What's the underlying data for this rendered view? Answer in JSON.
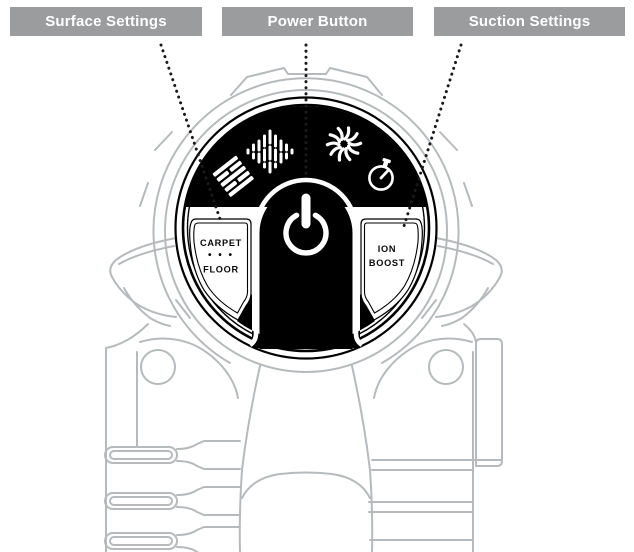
{
  "callouts": {
    "surface": {
      "label": "Surface Settings"
    },
    "power": {
      "label": "Power Button"
    },
    "suction": {
      "label": "Suction Settings"
    }
  },
  "panel": {
    "surface_button": {
      "line1": "CARPET",
      "separator": "•  •  •",
      "line2": "FLOOR"
    },
    "power_button": {
      "symbol": "power-icon"
    },
    "suction_button": {
      "line1": "ION",
      "line2": "BOOST"
    },
    "mode_icons": [
      "floor-tile-icon",
      "carpet-pile-icon",
      "fan-icon",
      "timer-icon"
    ]
  },
  "colors": {
    "callout_bg": "#9a9c9e",
    "callout_text": "#ffffff",
    "panel_ink": "#000000",
    "outline_gray": "#b7babc",
    "leader_dots": "#1a1a1a"
  }
}
